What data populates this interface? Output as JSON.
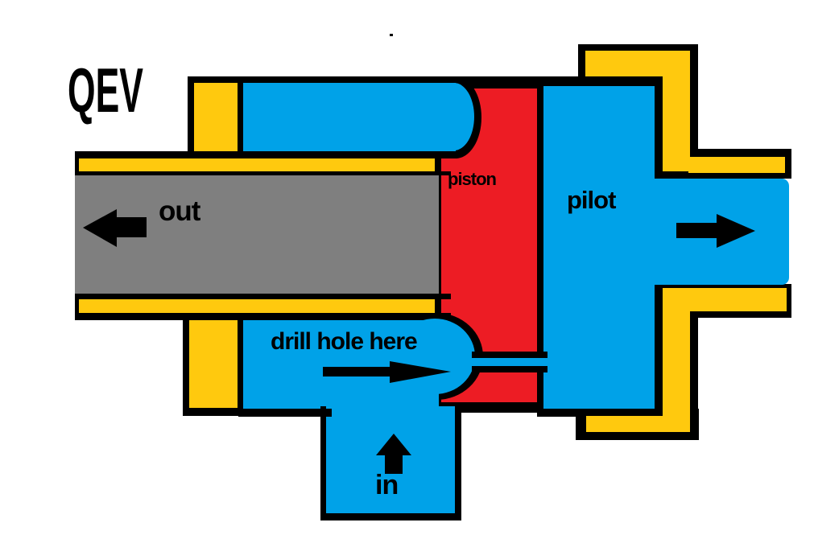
{
  "diagram": {
    "title": "QEV",
    "labels": {
      "out": "out",
      "piston": "piston",
      "pilot": "pilot",
      "drill_hole": "drill hole here",
      "in": "in"
    },
    "arrows": [
      {
        "id": "out-flow-arrow",
        "direction": "left"
      },
      {
        "id": "pilot-flow-arrow",
        "direction": "right"
      },
      {
        "id": "drill-hole-arrow",
        "direction": "right"
      },
      {
        "id": "in-flow-arrow",
        "direction": "up"
      }
    ],
    "colors": {
      "housing-yellow": "#FFC90E",
      "air-blue": "#00A2E8",
      "piston-red": "#ED1C24",
      "outlet-gray": "#7F7F7F",
      "outline-black": "#000000",
      "bg-white": "#FFFFFF",
      "label-black": "#000000"
    }
  }
}
